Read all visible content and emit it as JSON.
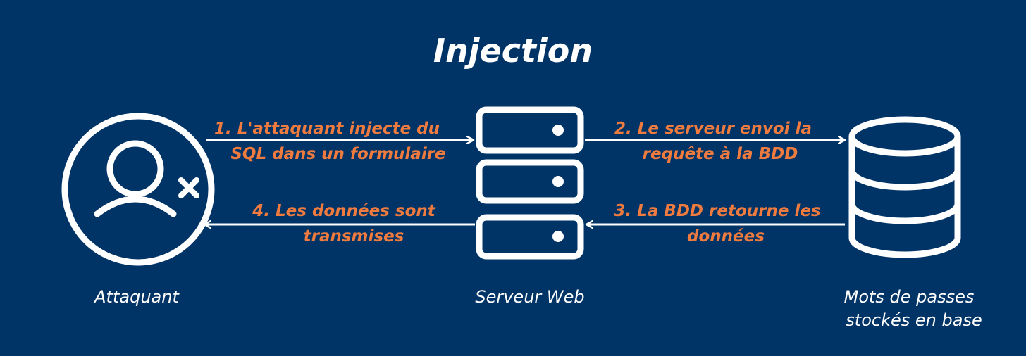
{
  "title": "Injection",
  "colors": {
    "background": "#003366",
    "foreground": "#ffffff",
    "accent": "#f07b3f"
  },
  "nodes": {
    "attacker": {
      "label": "Attaquant",
      "icon": "attacker-user-icon"
    },
    "webserver": {
      "label": "Serveur Web",
      "icon": "server-stack-icon"
    },
    "database": {
      "label_line1": "Mots de passes",
      "label_line2": "stockés en base",
      "icon": "database-icon"
    }
  },
  "steps": {
    "step1": {
      "line1": "1. L'attaquant injecte du",
      "line2": "SQL dans un formulaire"
    },
    "step2": {
      "line1": "2. Le serveur envoi la",
      "line2": "requête à la BDD"
    },
    "step3": {
      "line1": "3. La BDD retourne les",
      "line2": "données"
    },
    "step4": {
      "line1": "4. Les données sont",
      "line2": "transmises"
    }
  }
}
